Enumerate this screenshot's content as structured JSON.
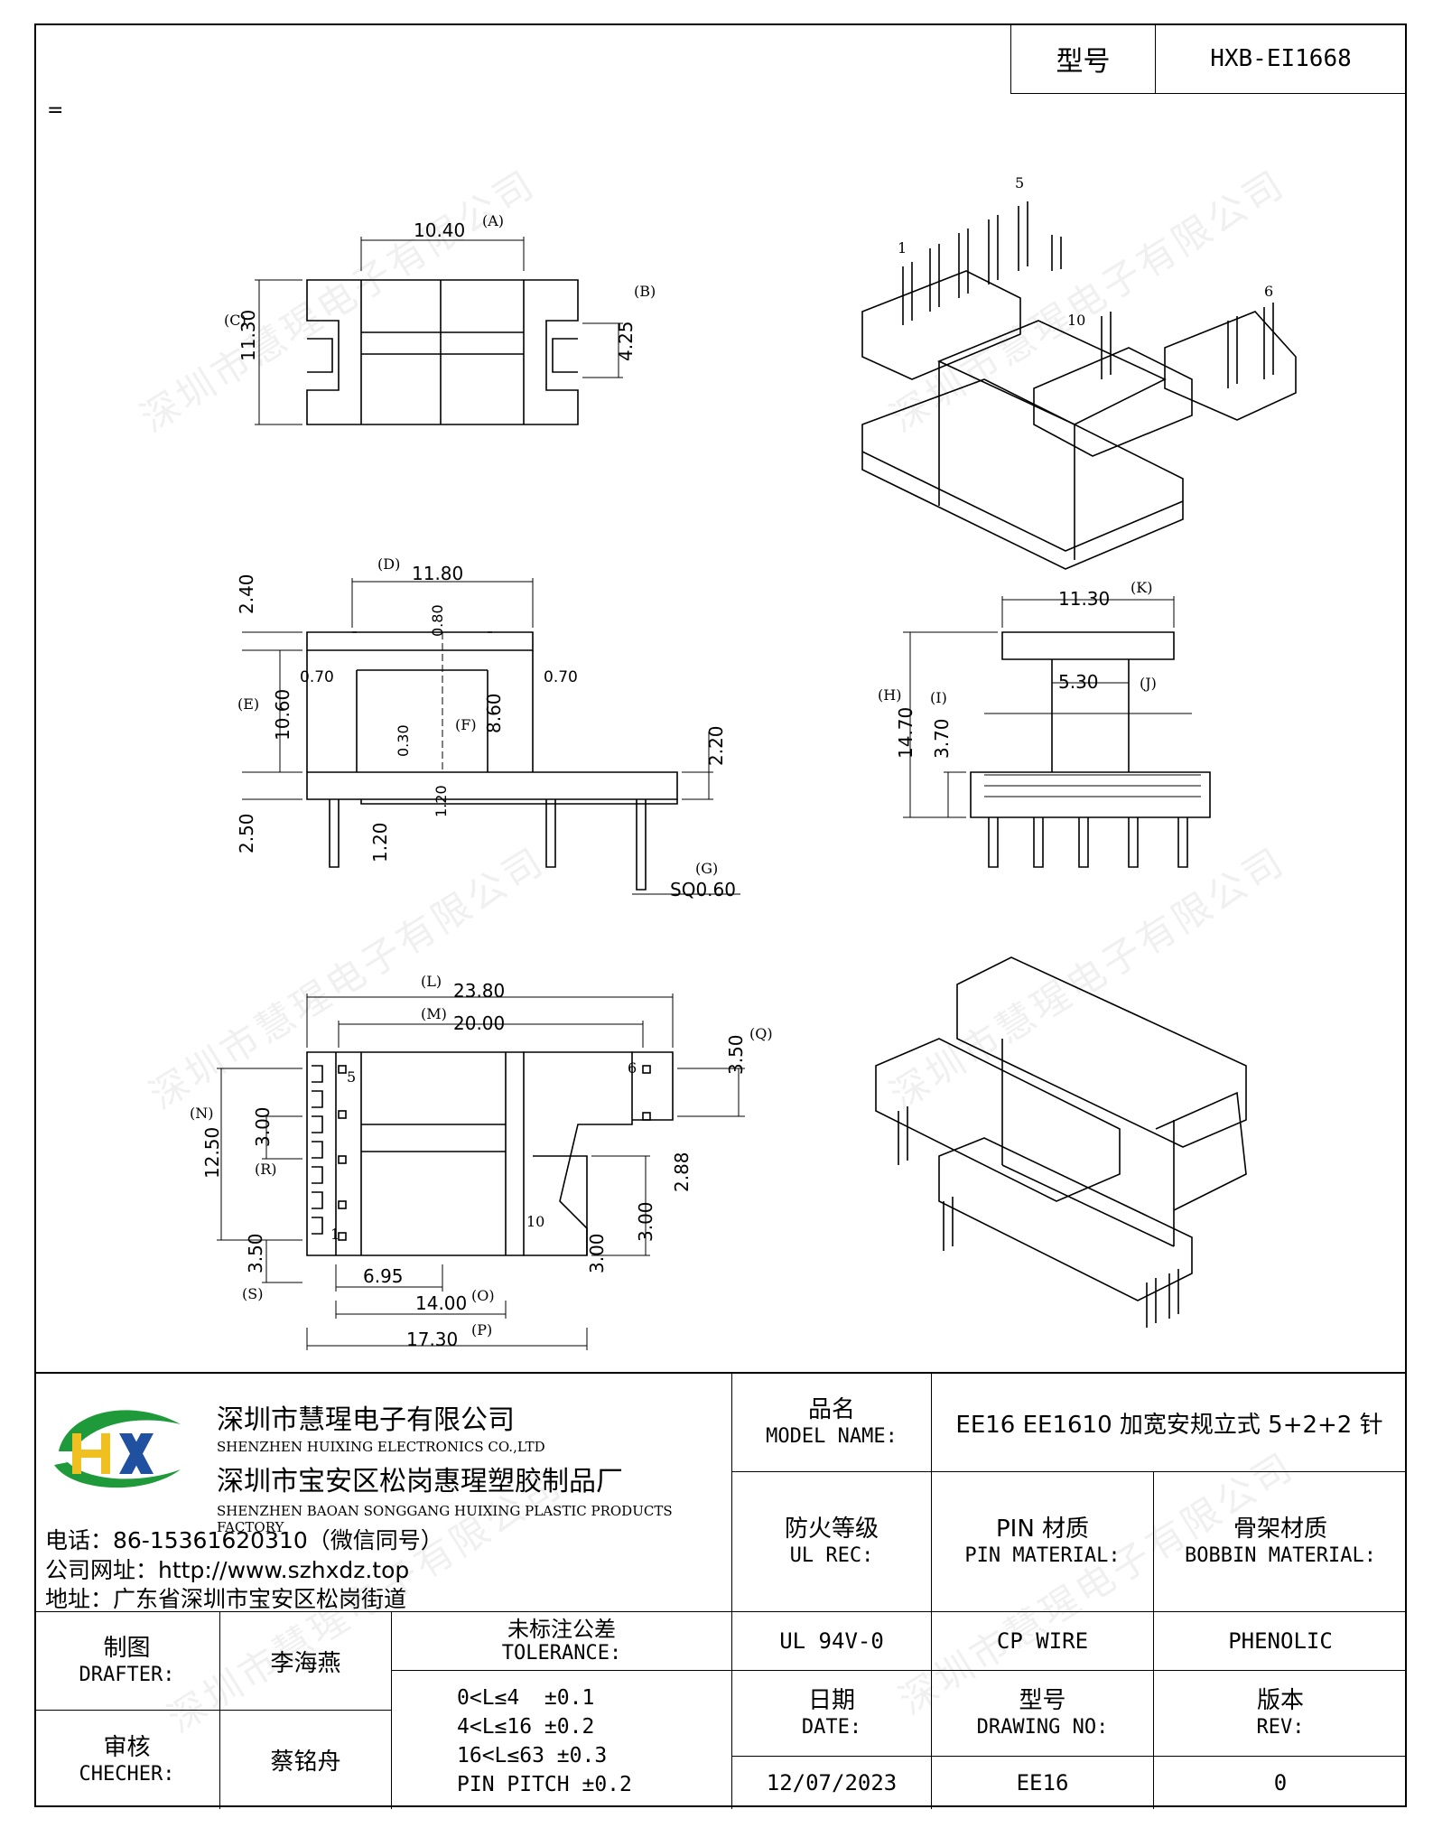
{
  "header": {
    "model_label": "型号",
    "model_value": "HXB-EI1668",
    "mark": "="
  },
  "watermark": "深圳市慧瑆电子有限公司",
  "drawings": {
    "top_view": {
      "dims": [
        "10.40",
        "11.30",
        "4.25"
      ],
      "tags": [
        "(A)",
        "(B)",
        "(C)"
      ]
    },
    "iso_view_1": {
      "pins": [
        "1",
        "5",
        "6",
        "10"
      ]
    },
    "front_view": {
      "dims": [
        "11.80",
        "2.40",
        "0.80",
        "0.70",
        "0.70",
        "10.60",
        "8.60",
        "0.30",
        "2.20",
        "1.20",
        "2.50",
        "1.20",
        "SQ0.60"
      ],
      "tags": [
        "(D)",
        "(E)",
        "(F)",
        "(G)"
      ]
    },
    "side_view": {
      "dims": [
        "11.30",
        "5.30",
        "14.70",
        "3.70"
      ],
      "tags": [
        "(K)",
        "(J)",
        "(H)",
        "(I)"
      ]
    },
    "bottom_view": {
      "dims": [
        "23.80",
        "20.00",
        "3.50",
        "12.50",
        "3.00",
        "2.88",
        "3.00",
        "3.00",
        "3.50",
        "6.95",
        "14.00",
        "17.30"
      ],
      "tags": [
        "(L)",
        "(M)",
        "(Q)",
        "(N)",
        "(R)",
        "(S)",
        "(O)",
        "(P)"
      ],
      "pins": [
        "5",
        "6",
        "1",
        "10"
      ]
    }
  },
  "company": {
    "logo_text": "HX",
    "name_cn": "深圳市慧瑆电子有限公司",
    "name_en": "SHENZHEN HUIXING ELECTRONICS CO.,LTD",
    "factory_cn": "深圳市宝安区松岗惠瑆塑胶制品厂",
    "factory_en": "SHENZHEN BAOAN SONGGANG HUIXING PLASTIC PRODUCTS FACTORY",
    "phone": "电话：86-15361620310（微信同号）",
    "website": "公司网址：http://www.szhxdz.top",
    "address": "地址：广东省深圳市宝安区松岗街道"
  },
  "title_block": {
    "model_name_cn": "品名",
    "model_name_en": "MODEL NAME:",
    "model_name_value": "EE16 EE1610 加宽安规立式 5+2+2 针",
    "ul_cn": "防火等级",
    "ul_en": "UL REC:",
    "pin_cn": "PIN 材质",
    "pin_en": "PIN MATERIAL:",
    "bobbin_cn": "骨架材质",
    "bobbin_en": "BOBBIN MATERIAL:",
    "ul_value": "UL 94V-0",
    "pin_value": "CP WIRE",
    "bobbin_value": "PHENOLIC",
    "drafter_cn": "制图",
    "drafter_en": "DRAFTER:",
    "drafter_name": "李海燕",
    "checker_cn": "审核",
    "checker_en": "CHECHER:",
    "checker_name": "蔡铭舟",
    "tolerance_cn": "未标注公差",
    "tolerance_en": "TOLERANCE:",
    "tolerances": [
      "0<L≤4  ±0.1",
      "4<L≤16 ±0.2",
      "16<L≤63 ±0.3",
      "PIN PITCH ±0.2"
    ],
    "date_cn": "日期",
    "date_en": "DATE:",
    "date_value": "12/07/2023",
    "drawing_cn": "型号",
    "drawing_en": "DRAWING NO:",
    "drawing_value": "EE16",
    "rev_cn": "版本",
    "rev_en": "REV:",
    "rev_value": "0"
  },
  "colors": {
    "logo_green": "#1f9a3a",
    "logo_yellow": "#f0c020",
    "logo_blue": "#2050a0"
  }
}
